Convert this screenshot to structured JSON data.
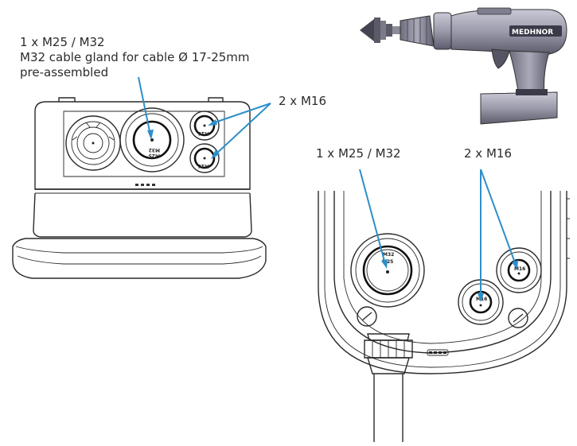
{
  "labels": {
    "top_left_line1": "1 x M25 / M32",
    "top_left_line2": "M32 cable gland for cable Ø 17-25mm",
    "top_left_line3": "pre-assembled",
    "left_m16": "2 x M16",
    "right_m25": "1 x M25 / M32",
    "right_m16": "2 x M16"
  },
  "markings": {
    "left_big_gland": "M25",
    "left_big_gland_sub": "M32",
    "left_small_gland_top": "M16",
    "left_small_gland_bottom": "M16",
    "right_big_gland_top": "M32",
    "right_big_gland": "M25",
    "right_small_gland_left": "M16",
    "right_small_gland_right": "M16",
    "drill_brand": "MEDHNOR"
  },
  "colors": {
    "arrow": "#2d8fc9",
    "drill_body": "#9c9cad",
    "drill_dark": "#3a3a48"
  },
  "icons": [
    "drill-icon",
    "step-drill-bit-icon"
  ]
}
